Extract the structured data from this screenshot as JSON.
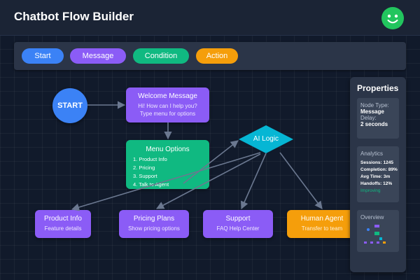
{
  "app": {
    "title": "Chatbot Flow Builder"
  },
  "palette": {
    "chips": [
      {
        "label": "Start",
        "color": "#3b82f6"
      },
      {
        "label": "Message",
        "color": "#8b5cf6"
      },
      {
        "label": "Condition",
        "color": "#10b981"
      },
      {
        "label": "Action",
        "color": "#f59e0b"
      }
    ]
  },
  "flow": {
    "start": {
      "label": "START",
      "color": "#3b82f6"
    },
    "welcome": {
      "title": "Welcome Message",
      "subtitle": "Hi! How can I help you? Type menu for options",
      "color": "#8b5cf6"
    },
    "menu": {
      "title": "Menu Options",
      "items": [
        "1. Product Info",
        "2. Pricing",
        "3. Support",
        "4. Talk to Agent"
      ],
      "color": "#10b981"
    },
    "logic": {
      "title": "AI Logic",
      "color": "#06b6d4"
    },
    "nodes": [
      {
        "title": "Product Info",
        "subtitle": "Feature details",
        "color": "#8b5cf6"
      },
      {
        "title": "Pricing Plans",
        "subtitle": "Show pricing options",
        "color": "#8b5cf6"
      },
      {
        "title": "Support",
        "subtitle": "FAQ Help Center",
        "color": "#8b5cf6"
      },
      {
        "title": "Human Agent",
        "subtitle": "Transfer to team",
        "color": "#f59e0b"
      }
    ]
  },
  "properties": {
    "title": "Properties",
    "node_type_label": "Node Type:",
    "node_type_value": "Message",
    "delay_label": "Delay:",
    "delay_value": "2 seconds",
    "analytics": {
      "title": "Analytics",
      "stats": [
        "Sessions: 1245",
        "Completion: 89%",
        "Avg Time: 3m",
        "Handoffs: 12%"
      ],
      "trend": "Improving"
    },
    "overview": {
      "title": "Overview"
    }
  },
  "colors": {
    "accent": "#3b82f6",
    "message": "#8b5cf6",
    "condition": "#10b981",
    "action": "#f59e0b",
    "logic": "#06b6d4",
    "edge": "#6b7890"
  }
}
